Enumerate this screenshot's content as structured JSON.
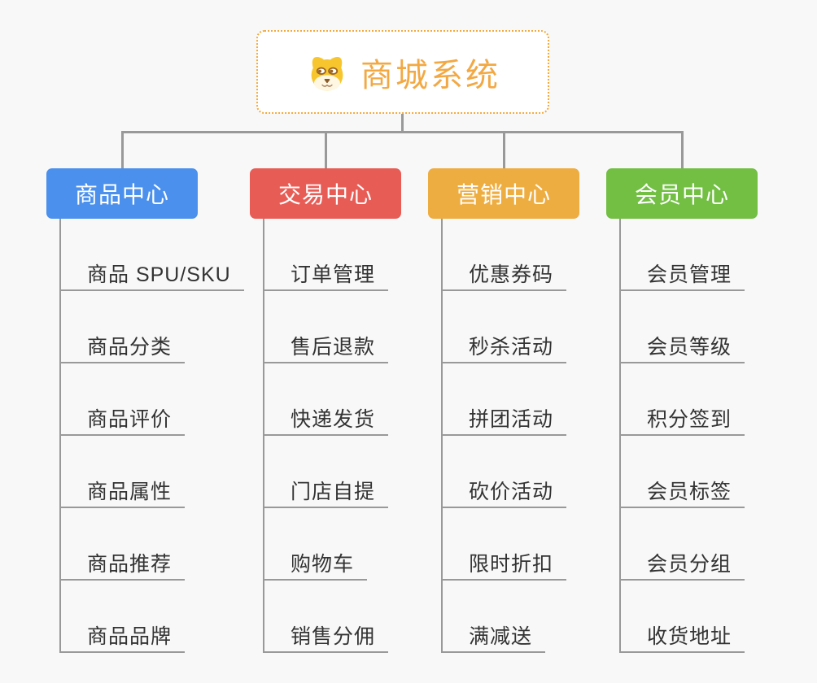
{
  "root": {
    "title": "商城系统",
    "icon": "dog-face-icon"
  },
  "branches": [
    {
      "label": "商品中心",
      "color": "#4a90ec",
      "children": [
        "商品 SPU/SKU",
        "商品分类",
        "商品评价",
        "商品属性",
        "商品推荐",
        "商品品牌"
      ]
    },
    {
      "label": "交易中心",
      "color": "#e85c56",
      "children": [
        "订单管理",
        "售后退款",
        "快递发货",
        "门店自提",
        "购物车",
        "销售分佣"
      ]
    },
    {
      "label": "营销中心",
      "color": "#eead40",
      "children": [
        "优惠券码",
        "秒杀活动",
        "拼团活动",
        "砍价活动",
        "限时折扣",
        "满减送"
      ]
    },
    {
      "label": "会员中心",
      "color": "#72bf44",
      "children": [
        "会员管理",
        "会员等级",
        "积分签到",
        "会员标签",
        "会员分组",
        "收货地址"
      ]
    }
  ],
  "style": {
    "background": "#f8f8f8",
    "connector_color": "#999999",
    "root_border_color": "#f3a93c",
    "root_title_color": "#f2a944",
    "item_text_color": "#333333"
  }
}
